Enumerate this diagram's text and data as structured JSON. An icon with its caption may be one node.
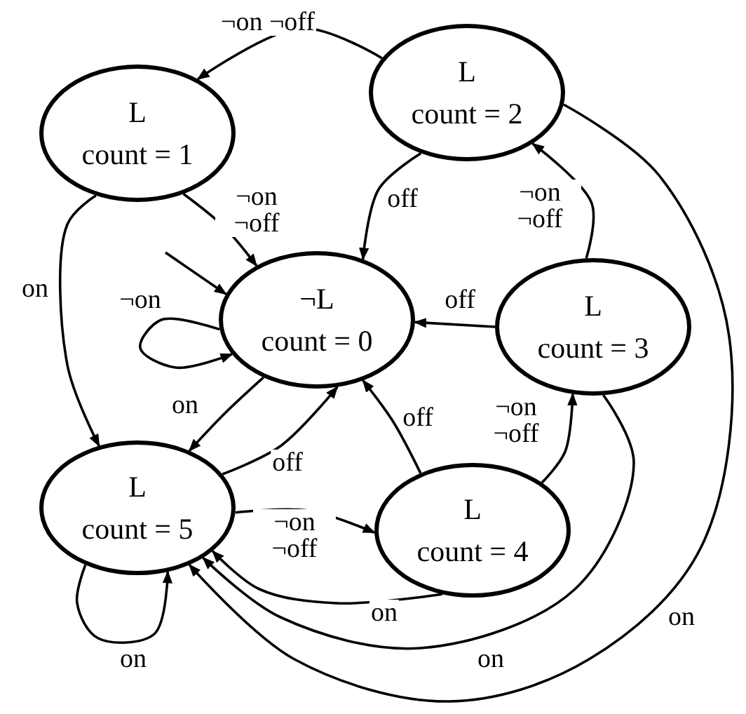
{
  "diagram": {
    "nodes": [
      {
        "text": [
          "L",
          "count = 1"
        ]
      },
      {
        "text": [
          "L",
          "count = 2"
        ]
      },
      {
        "text": [
          "¬L",
          "count = 0"
        ]
      },
      {
        "text": [
          "L",
          "count = 3"
        ]
      },
      {
        "text": [
          "L",
          "count = 5"
        ]
      },
      {
        "text": [
          "L",
          "count = 4"
        ]
      }
    ],
    "edges": [
      {
        "from": 1,
        "to": 0,
        "arrow": "to",
        "label": "¬on ¬off"
      },
      {
        "from": 0,
        "to": 2,
        "arrow": "to",
        "label": "¬on ¬off"
      },
      {
        "from": 1,
        "to": 2,
        "arrow": "to",
        "label": "off"
      },
      {
        "from": 3,
        "to": 2,
        "arrow": "to",
        "label": "off"
      },
      {
        "from": 3,
        "to": 1,
        "arrow": "to",
        "label": "¬on ¬off"
      },
      {
        "from": null,
        "to": 2,
        "arrow": "to"
      },
      {
        "from": 2,
        "to": 2,
        "arrow": "to",
        "label": "¬on"
      },
      {
        "from": 0,
        "to": 4,
        "arrow": "to",
        "label": "on"
      },
      {
        "from": 2,
        "to": 4,
        "arrow": "to",
        "label": "on"
      },
      {
        "from": 4,
        "to": 2,
        "arrow": "to",
        "label": "off"
      },
      {
        "from": 4,
        "to": 5,
        "arrow": "to",
        "label": "¬on ¬off"
      },
      {
        "from": 5,
        "to": 4,
        "arrow": "to",
        "label": "on"
      },
      {
        "from": 3,
        "to": 4,
        "arrow": "to",
        "label": "on"
      },
      {
        "from": 1,
        "to": 4,
        "arrow": "to",
        "label": "on"
      },
      {
        "from": 5,
        "to": 2,
        "arrow": "to",
        "label": "off"
      },
      {
        "from": 5,
        "to": 3,
        "arrow": "to",
        "label": "¬on ¬off"
      },
      {
        "from": 4,
        "to": 4,
        "arrow": "to",
        "label": "on"
      }
    ]
  }
}
